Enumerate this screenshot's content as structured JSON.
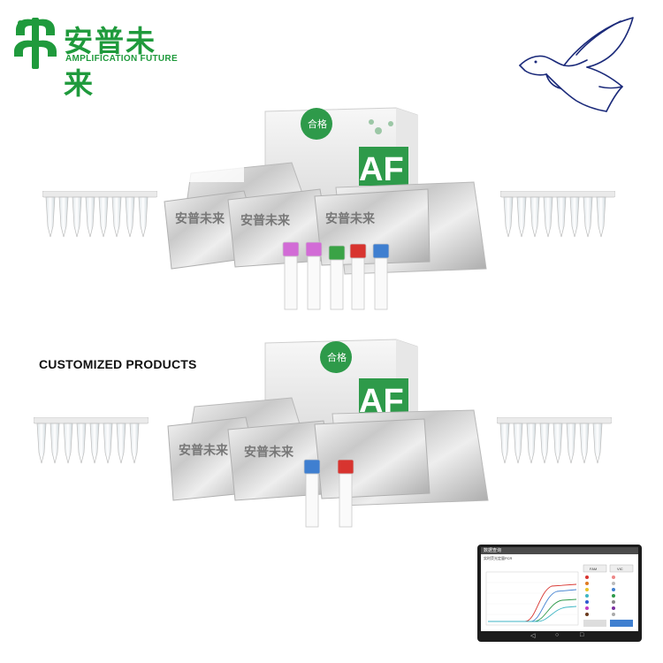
{
  "brand": {
    "name_cn": "安普未来",
    "name_en": "AMPLIFICATION FUTURE",
    "color": "#1f9a3c"
  },
  "caption": "CUSTOMIZED PRODUCTS",
  "box_label": "合格",
  "box_logo_text": "AF",
  "pouch_text": "安普未来",
  "tablet": {
    "header": "数据查询",
    "subtitle": "实时荧光定量PCR",
    "channels": [
      "FAM",
      "VIC"
    ]
  },
  "icons": {
    "logo": "leaf-logo-icon",
    "dove": "dove-icon"
  }
}
